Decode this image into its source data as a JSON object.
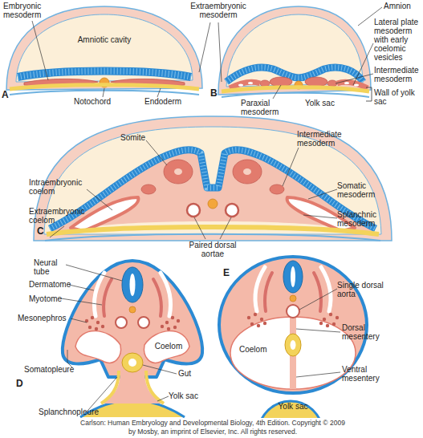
{
  "diagram": {
    "caption": "Carlson: Human Embryology and Developmental Biology, 4th Edition. Copyright © 2009 by Mosby, an imprint of Elsevier, Inc. All rights reserved.",
    "labels": [
      "Embryonic mesoderm",
      "Amniotic cavity",
      "Notochord",
      "Endoderm",
      "A",
      "Extraembryonic mesoderm",
      "Amnion",
      "Lateral plate mesoderm with early coelomic vesicles",
      "Paraxial mesoderm",
      "Yolk sac",
      "Intermediate mesoderm",
      "Wall of yolk sac",
      "B",
      "Somite",
      "Intermediate mesoderm",
      "Intraembryonic coelom",
      "Somatic mesoderm",
      "Extraembryonic coelom",
      "Splanchnic mesoderm",
      "Paired dorsal aortae",
      "C",
      "Neural tube",
      "Dermatome",
      "Myotome",
      "Mesonephros",
      "Coelom",
      "Somatopleure",
      "Gut",
      "Yolk sac",
      "Splanchnopleure",
      "D",
      "Single dorsal aorta",
      "Coelom",
      "Dorsal mesentery",
      "Ventral mesentery",
      "Yolk sac",
      "E"
    ]
  }
}
